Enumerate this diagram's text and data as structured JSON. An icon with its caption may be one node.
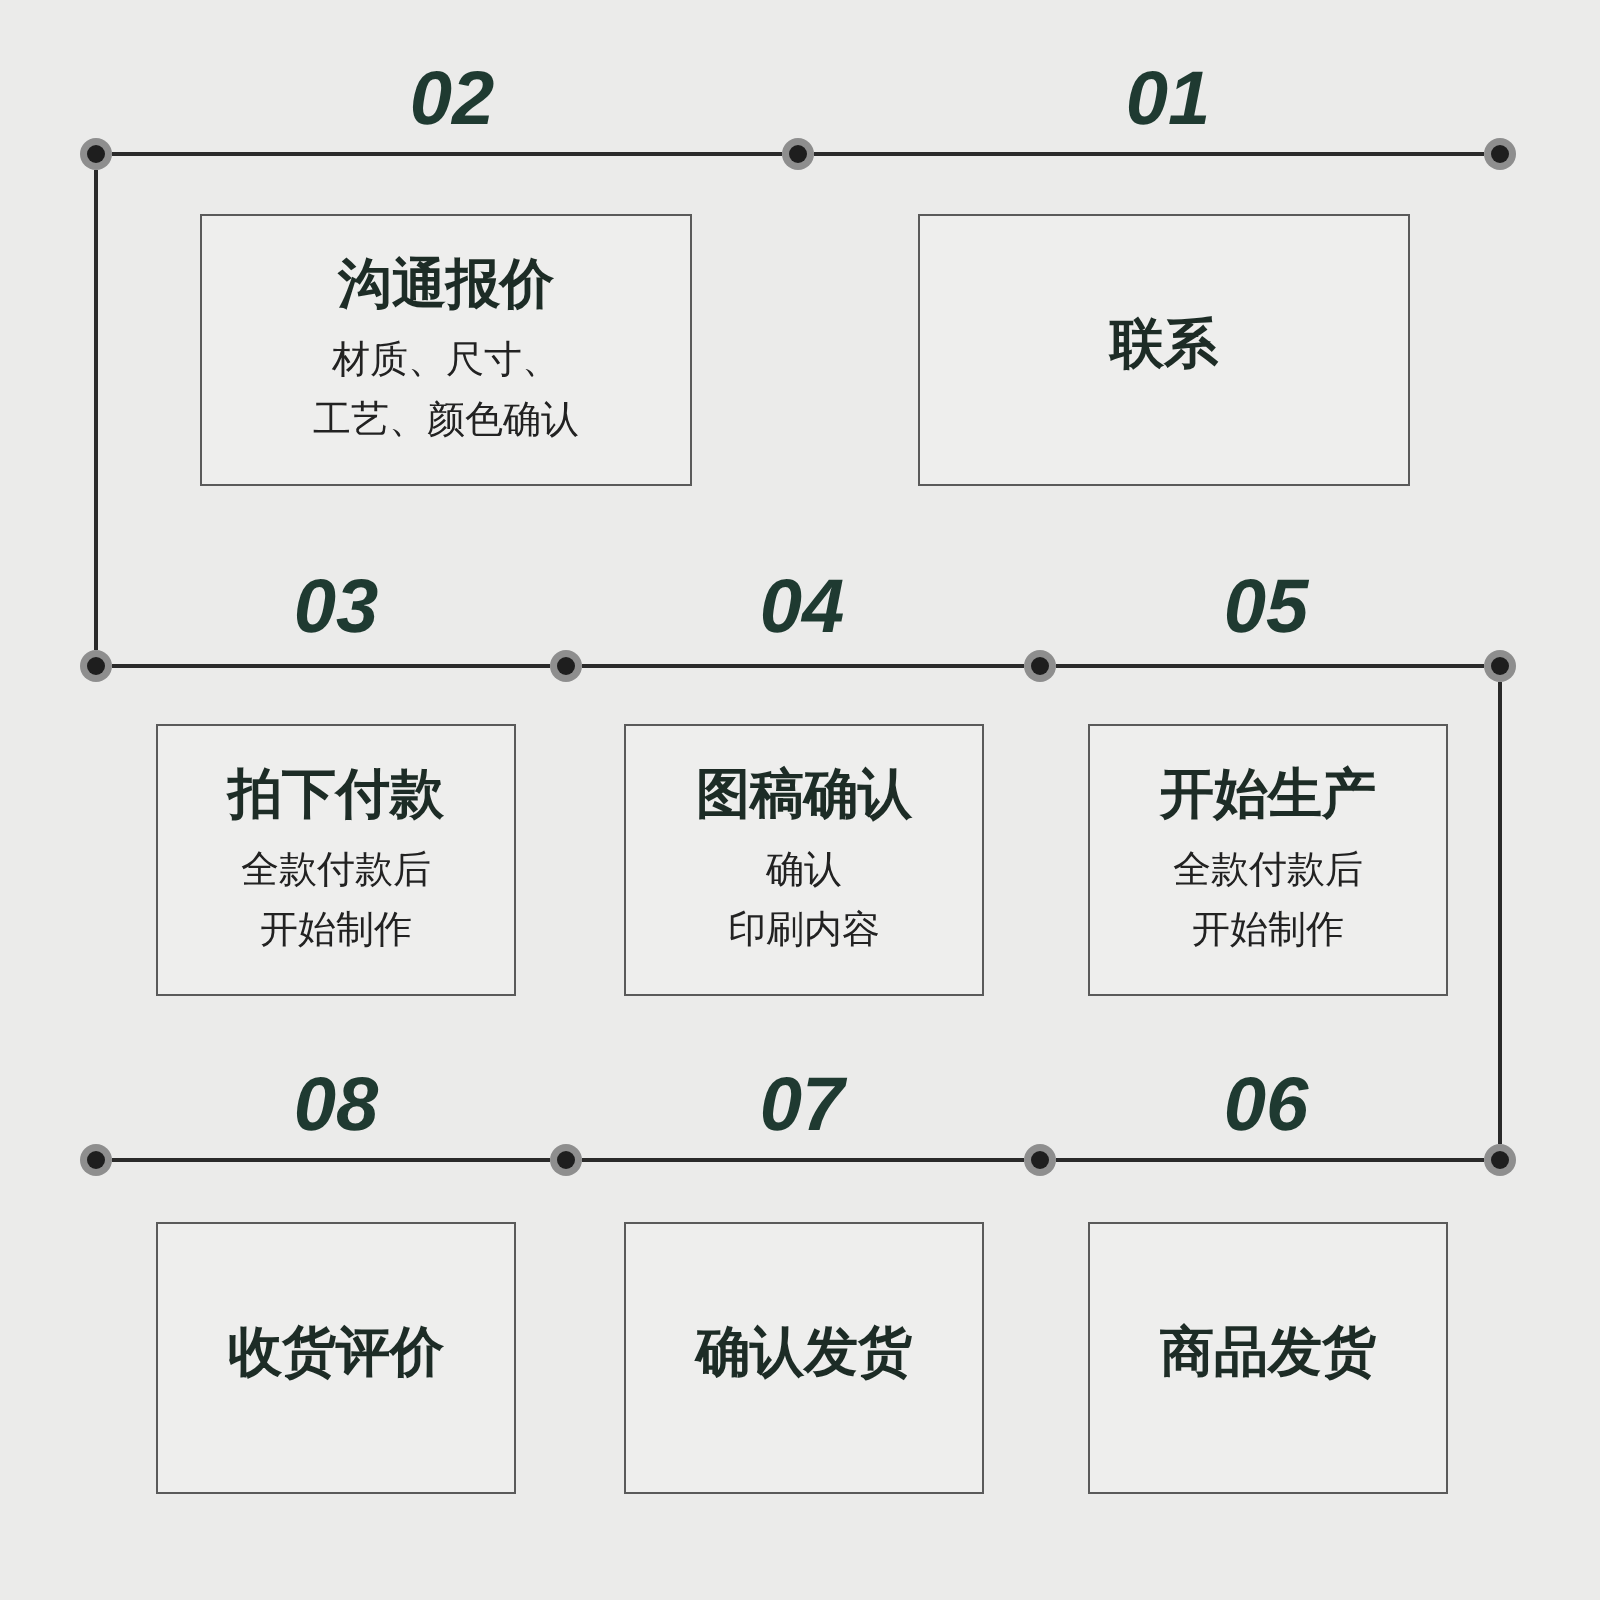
{
  "diagram": {
    "nodes": [
      {
        "text": [
          "联系"
        ],
        "beside": [
          "01"
        ]
      },
      {
        "text": [
          "沟通报价",
          "材质、尺寸、工艺、颜色确认"
        ],
        "beside": [
          "02"
        ]
      },
      {
        "text": [
          "拍下付款",
          "全款付款后开始制作"
        ],
        "beside": [
          "03"
        ]
      },
      {
        "text": [
          "图稿确认",
          "确认印刷内容"
        ],
        "beside": [
          "04"
        ]
      },
      {
        "text": [
          "开始生产",
          "全款付款后开始制作"
        ],
        "beside": [
          "05"
        ]
      },
      {
        "text": [
          "商品发货"
        ],
        "beside": [
          "06"
        ]
      },
      {
        "text": [
          "确认发货"
        ],
        "beside": [
          "07"
        ]
      },
      {
        "text": [
          "收货评价"
        ],
        "beside": [
          "08"
        ]
      },
      {
        "text": [],
        "shape": "circle"
      },
      {
        "text": [],
        "shape": "circle"
      },
      {
        "text": [],
        "shape": "circle"
      },
      {
        "text": [],
        "shape": "circle"
      },
      {
        "text": [],
        "shape": "circle"
      },
      {
        "text": [],
        "shape": "circle"
      },
      {
        "text": [],
        "shape": "circle"
      },
      {
        "text": [],
        "shape": "circle"
      },
      {
        "text": [],
        "shape": "circle"
      },
      {
        "text": [],
        "shape": "circle"
      },
      {
        "text": [],
        "shape": "circle"
      }
    ],
    "edges": [
      {
        "from": 10,
        "to": 9,
        "arrow": "none"
      },
      {
        "from": 9,
        "to": 8,
        "arrow": "none"
      },
      {
        "from": 8,
        "to": 11,
        "arrow": "none"
      },
      {
        "from": 11,
        "to": 12,
        "arrow": "none"
      },
      {
        "from": 12,
        "to": 13,
        "arrow": "none"
      },
      {
        "from": 13,
        "to": 14,
        "arrow": "none"
      },
      {
        "from": 14,
        "to": 18,
        "arrow": "none"
      },
      {
        "from": 18,
        "to": 17,
        "arrow": "none"
      },
      {
        "from": 17,
        "to": 16,
        "arrow": "none"
      },
      {
        "from": 16,
        "to": 15,
        "arrow": "none"
      }
    ]
  }
}
